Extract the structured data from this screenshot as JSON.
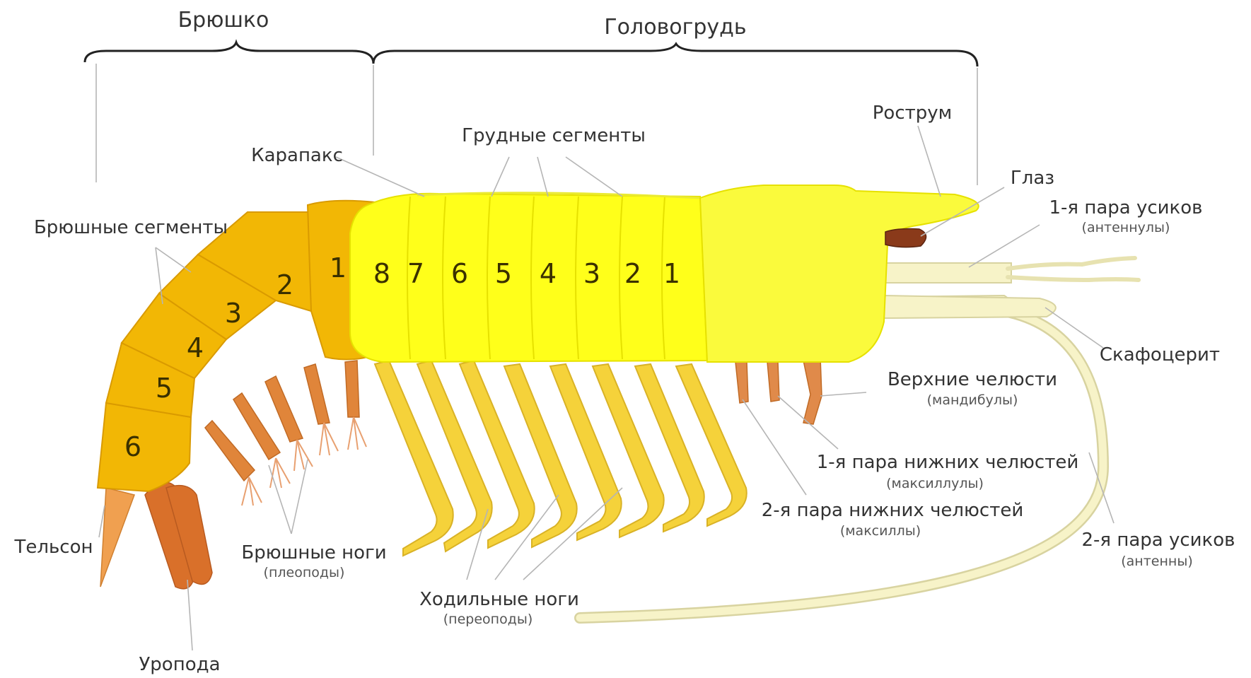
{
  "colors": {
    "abdomen": "#f2b705",
    "abdomen_stroke": "#d99a00",
    "thorax": "#ffff1a",
    "head": "#fafa3c",
    "legs": "#f5d23a",
    "pleopods": "#e0853a",
    "telson": "#f0a050",
    "uropod": "#d9702a",
    "mouthparts": "#e08a4a",
    "eye": "#8a3a1a",
    "antenna": "#f7f3c8",
    "antenna_stroke": "#d8d3a0"
  },
  "sections": {
    "abdomen": "Брюшко",
    "cephalothorax": "Головогрудь"
  },
  "labels": {
    "carapace": "Карапакс",
    "thoracic_segments": "Грудные сегменты",
    "rostrum": "Рострум",
    "eye": "Глаз",
    "antennule_main": "1-я пара усиков",
    "antennule_sub": "(антеннулы)",
    "abdominal_segments": "Брюшные сегменты",
    "scaphocerite": "Скафоцерит",
    "mandible_main": "Верхние челюсти",
    "mandible_sub": "(мандибулы)",
    "maxillule_main": "1-я пара нижних  челюстей",
    "maxillule_sub": "(максиллулы)",
    "maxilla_main": "2-я пара нижних челюстей",
    "maxilla_sub": "(максиллы)",
    "antenna_main": "2-я пара усиков",
    "antenna_sub": "(антенны)",
    "telson": "Тельсон",
    "pleopods_main": "Брюшные ноги",
    "pleopods_sub": "(плеоподы)",
    "pereopods_main": "Ходильные ноги",
    "pereopods_sub": "(переоподы)",
    "uropod": "Уропода"
  },
  "thoracic_numbers": [
    "8",
    "7",
    "6",
    "5",
    "4",
    "3",
    "2",
    "1"
  ],
  "abdominal_numbers": [
    "1",
    "2",
    "3",
    "4",
    "5",
    "6"
  ]
}
